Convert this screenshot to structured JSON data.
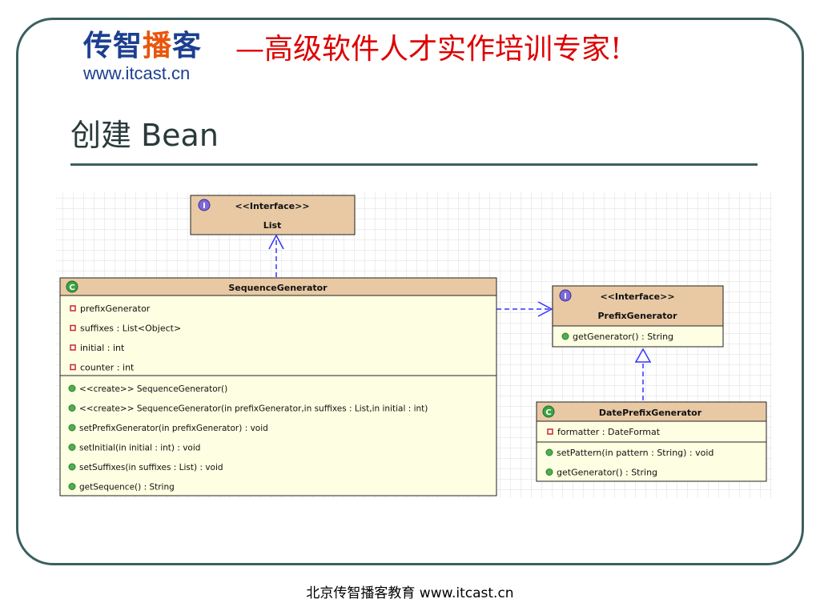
{
  "header": {
    "logo_cn_a": "传智",
    "logo_cn_b": "播",
    "logo_cn_c": "客",
    "logo_url": "www.itcast.cn",
    "slogan": "—高级软件人才实作培训专家!"
  },
  "slide_title": "创建 Bean",
  "colors": {
    "frame": "#3b5f5f",
    "header_fill": "#e8c9a4",
    "body_fill": "#fefee2",
    "arrow": "#3333ff",
    "slogan": "#dd0000",
    "logo_blue": "#1c3f8f",
    "logo_orange": "#e8560c"
  },
  "diagram": {
    "list": {
      "stereotype": "<<Interface>>",
      "name": "List",
      "icon": "interface-icon",
      "icon_letter": "I"
    },
    "sequence_generator": {
      "name": "SequenceGenerator",
      "icon": "class-icon",
      "icon_letter": "C",
      "attributes": [
        "prefixGenerator",
        "suffixes : List<Object>",
        "initial : int",
        "counter : int"
      ],
      "operations": [
        "<<create>> SequenceGenerator()",
        "<<create>> SequenceGenerator(in prefixGenerator,in suffixes : List,in initial : int)",
        "setPrefixGenerator(in prefixGenerator) : void",
        "setInitial(in initial : int) : void",
        "setSuffixes(in suffixes : List) : void",
        "getSequence() : String"
      ]
    },
    "prefix_generator": {
      "stereotype": "<<Interface>>",
      "name": "PrefixGenerator",
      "icon": "interface-icon",
      "icon_letter": "I",
      "operations": [
        "getGenerator() : String"
      ]
    },
    "date_prefix_generator": {
      "name": "DatePrefixGenerator",
      "icon": "class-icon",
      "icon_letter": "C",
      "attributes": [
        "formatter : DateFormat"
      ],
      "operations": [
        "setPattern(in pattern : String) : void",
        "getGenerator() : String"
      ]
    }
  },
  "footer": "北京传智播客教育 www.itcast.cn"
}
